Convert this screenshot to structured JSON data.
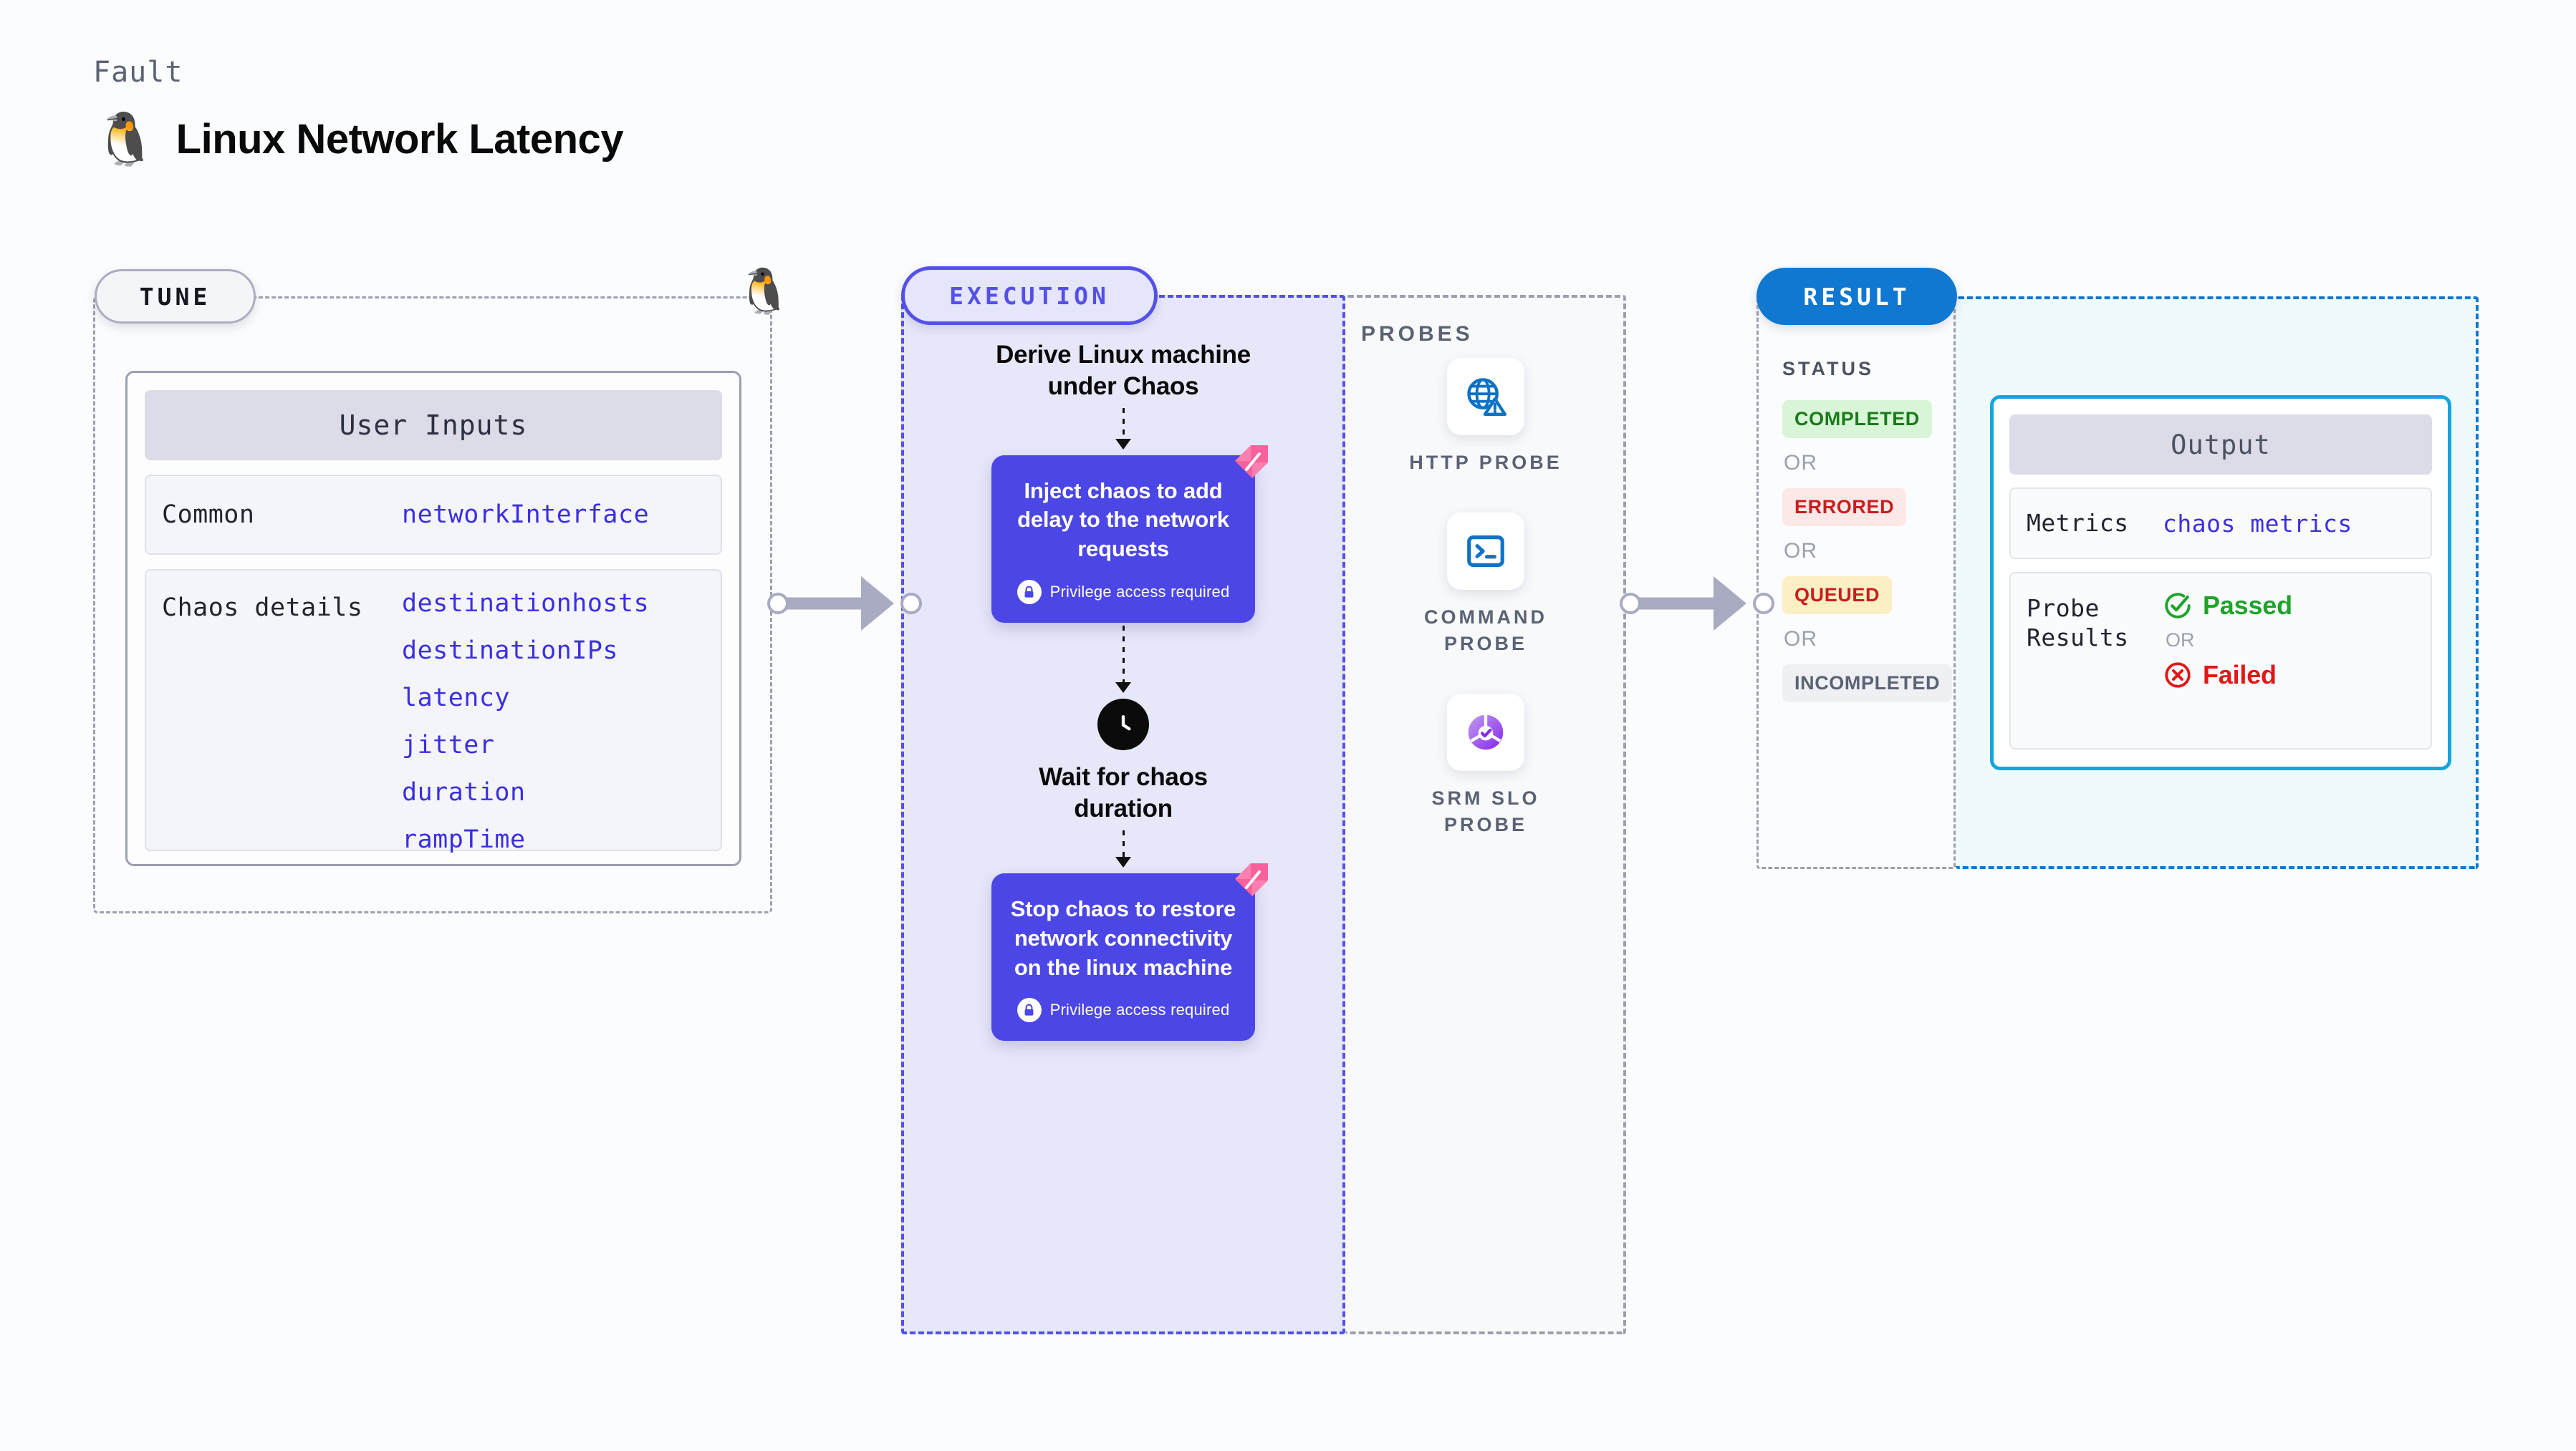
{
  "header": {
    "eyebrow": "Fault",
    "icon": "linux-penguin-icon",
    "title": "Linux Network Latency"
  },
  "tune": {
    "pill_label": "TUNE",
    "penguin_icon": "linux-penguin-icon",
    "card_title": "User Inputs",
    "rows": [
      {
        "label": "Common",
        "values": [
          "networkInterface"
        ]
      },
      {
        "label": "Chaos details",
        "values": [
          "destinationhosts",
          "destinationIPs",
          "latency",
          "jitter",
          "duration",
          "rampTime"
        ]
      }
    ]
  },
  "execution": {
    "pill_label": "EXECUTION",
    "steps": [
      {
        "type": "text",
        "title": "Derive Linux machine\nunder Chaos"
      },
      {
        "type": "card",
        "title": "Inject chaos to add delay to the network requests",
        "privilege": "Privilege access required",
        "flag": "pink-flag-icon",
        "lock": "lock-icon"
      },
      {
        "type": "clock",
        "icon": "clock-icon",
        "title": "Wait for chaos\nduration"
      },
      {
        "type": "card",
        "title": "Stop chaos to restore network connectivity on the linux machine",
        "privilege": "Privilege access required",
        "flag": "pink-flag-icon",
        "lock": "lock-icon"
      }
    ]
  },
  "probes": {
    "heading": "PROBES",
    "items": [
      {
        "label": "HTTP PROBE",
        "icon": "globe-warning-icon"
      },
      {
        "label": "COMMAND\nPROBE",
        "icon": "terminal-icon"
      },
      {
        "label": "SRM SLO\nPROBE",
        "icon": "slo-donut-check-icon"
      }
    ]
  },
  "result": {
    "pill_label": "RESULT",
    "status_heading": "STATUS",
    "or_label": "OR",
    "statuses": [
      {
        "label": "COMPLETED",
        "color": "#1b7a1b",
        "bg": "#d8f5d8"
      },
      {
        "label": "ERRORED",
        "color": "#c81e1e",
        "bg": "#fde8e8"
      },
      {
        "label": "QUEUED",
        "color": "#c81e1e",
        "bg": "#fcefc4"
      },
      {
        "label": "INCOMPLETED",
        "color": "#5b6273",
        "bg": "#eef0f4"
      }
    ],
    "output": {
      "card_title": "Output",
      "metrics_label": "Metrics",
      "metrics_value": "chaos metrics",
      "probe_results_label": "Probe\nResults",
      "passed_label": "Passed",
      "passed_color": "#1fa32a",
      "failed_label": "Failed",
      "failed_color": "#e01818",
      "or_label": "OR"
    }
  },
  "theme": {
    "indigo": "#5450e8",
    "card_indigo": "#4b46e5",
    "blue": "#1078d0",
    "cyan": "#14a5e0",
    "pink": "#f9619c",
    "value_blue": "#3c2fe0",
    "gray_text": "#5b6273"
  }
}
